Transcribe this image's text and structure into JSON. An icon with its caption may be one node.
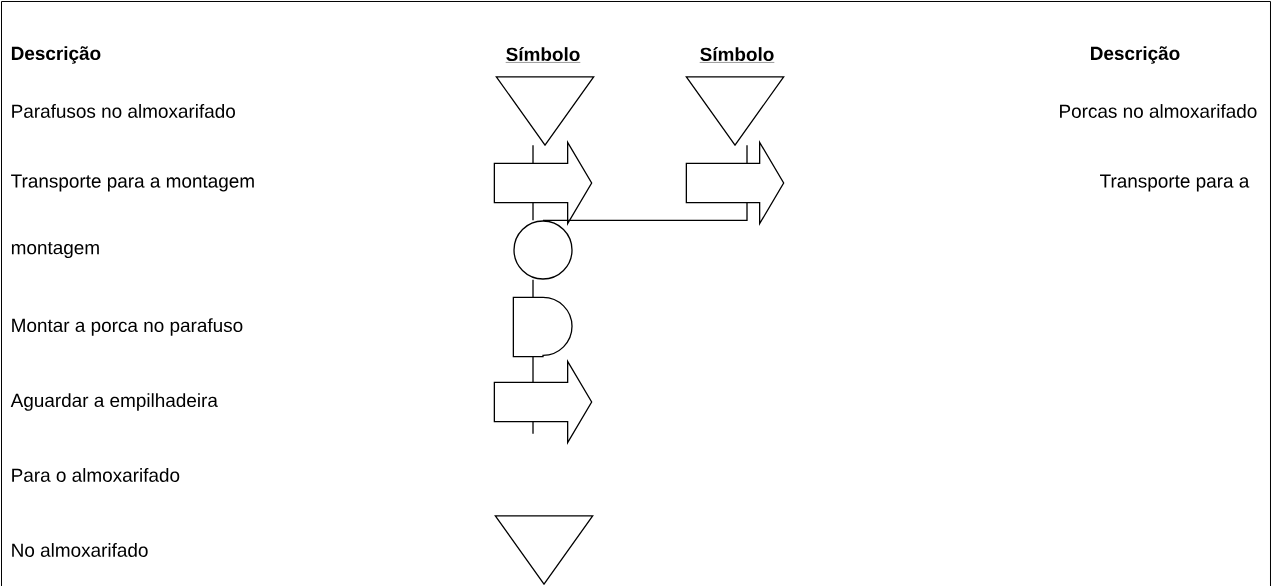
{
  "diagram": {
    "nodes": [
      {
        "text": [],
        "shape": "triangle"
      },
      {
        "text": [],
        "shape": "arrow"
      },
      {
        "text": [],
        "shape": "circle"
      },
      {
        "text": [],
        "shape": "half-circle"
      },
      {
        "text": [],
        "shape": "arrow"
      },
      {
        "text": [],
        "shape": "triangle"
      },
      {
        "text": [],
        "shape": "arrow"
      },
      {
        "text": [],
        "shape": "triangle"
      }
    ],
    "edges": [
      {
        "from": 0,
        "to": 1,
        "arrow": "none"
      },
      {
        "from": 1,
        "to": 2,
        "arrow": "none"
      },
      {
        "from": 2,
        "to": 3,
        "arrow": "none"
      },
      {
        "from": 3,
        "to": 4,
        "arrow": "none"
      },
      {
        "from": 4,
        "to": null,
        "arrow": "none"
      },
      {
        "from": 5,
        "to": 6,
        "arrow": "none"
      },
      {
        "from": 6,
        "to": 2,
        "arrow": "none"
      }
    ],
    "labels": [
      "Descrição",
      "Símbolo",
      "Símbolo",
      "Descrição",
      "Parafusos no almoxarifado",
      "Porcas no almoxarifado",
      "Transporte para a montagem",
      "Transporte para a",
      "montagem",
      "Montar a porca no parafuso",
      "Aguardar a empilhadeira",
      "Para o almoxarifado",
      "No almoxarifado"
    ]
  }
}
